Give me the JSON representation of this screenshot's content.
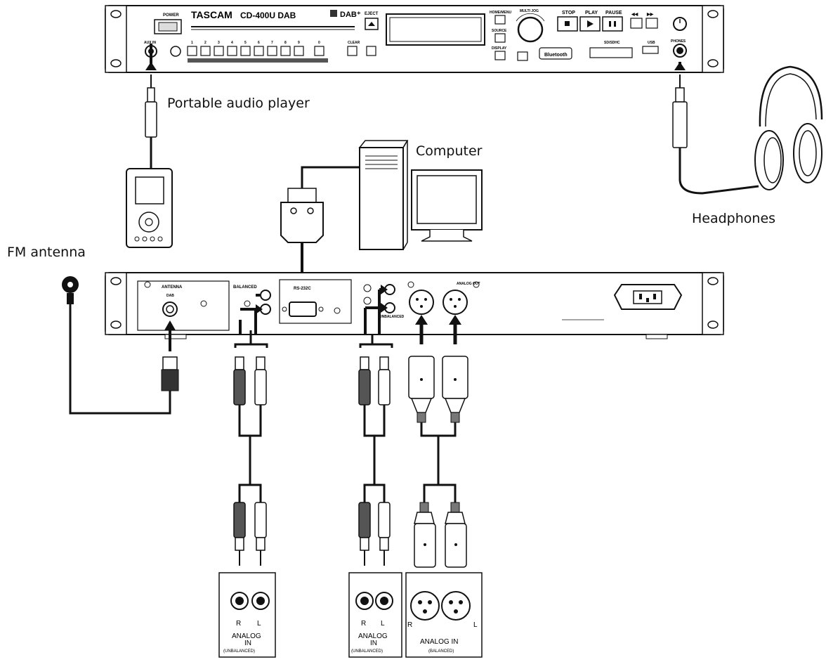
{
  "front_panel": {
    "brand": "TASCAM",
    "model": "CD-400U DAB",
    "power_label": "POWER",
    "eject_label": "EJECT",
    "stop_label": "STOP",
    "play_label": "PLAY",
    "pause_label": "PAUSE",
    "multi_jog_label": "MULTI JOG",
    "phones_label": "PHONES",
    "aux_in_label": "AUX IN",
    "clear_label": "CLEAR",
    "home_label": "HOME/MENU",
    "source_label": "SOURCE",
    "display_label": "DISPLAY",
    "bluetooth_label": "Bluetooth",
    "sd_label": "SD/SDHC",
    "usb_label": "USB",
    "number_keys": [
      "1",
      "2",
      "3",
      "4",
      "5",
      "6",
      "7",
      "8",
      "9",
      "0"
    ]
  },
  "labels": {
    "portable_audio_player": "Portable audio player",
    "computer": "Computer",
    "headphones": "Headphones",
    "fm_antenna": "FM antenna"
  },
  "rear_panel": {
    "antenna_label": "ANTENNA",
    "dab_label": "DAB",
    "balanced_label": "BALANCED",
    "unbalanced_label": "UNBALANCED",
    "rs232c_label": "RS-232C",
    "analog_out_label": "ANALOG OUT"
  },
  "inputs": [
    {
      "r": "R",
      "l": "L",
      "title": "ANALOG",
      "title2": "IN",
      "sub": "(UNBALANCED)"
    },
    {
      "r": "R",
      "l": "L",
      "title": "ANALOG",
      "title2": "IN",
      "sub": "(UNBALANCED)"
    },
    {
      "r": "R",
      "l": "L",
      "title": "ANALOG IN",
      "sub": "(BALANCED)"
    }
  ]
}
